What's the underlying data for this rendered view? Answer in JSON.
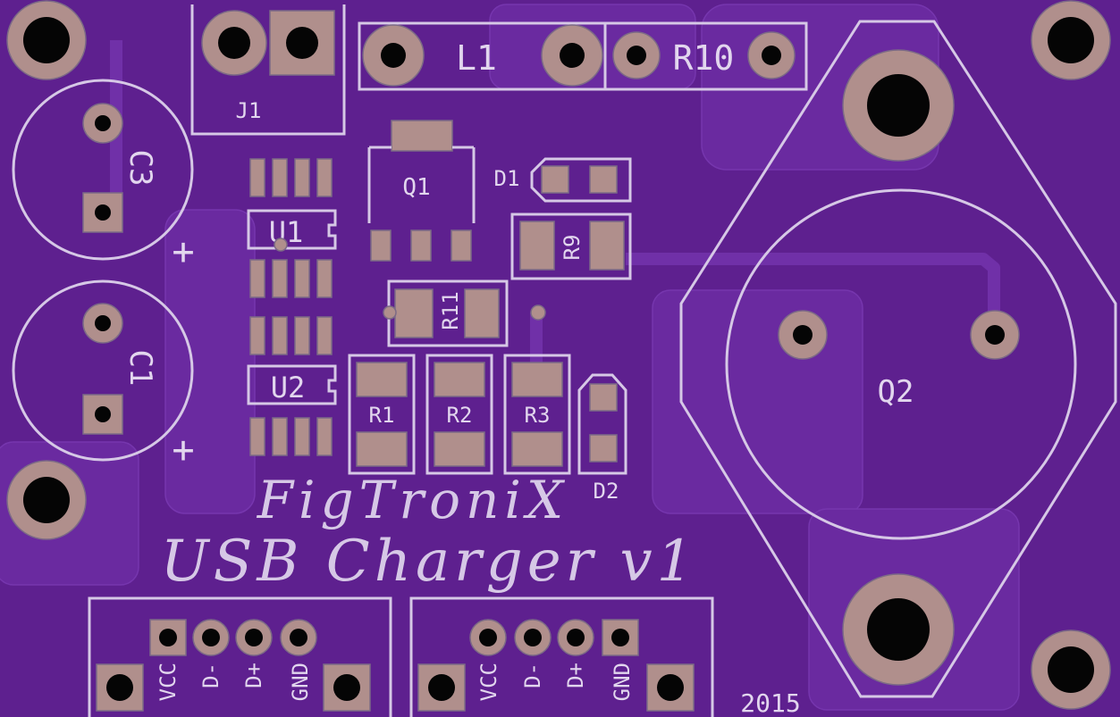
{
  "board": {
    "logo": "FigTroniX",
    "title": "USB Charger v1",
    "year": "2015"
  },
  "designators": {
    "j1": "J1",
    "l1": "L1",
    "r10": "R10",
    "c3": "C3",
    "c1": "C1",
    "plus": "+",
    "q1": "Q1",
    "d1": "D1",
    "r9": "R9",
    "u1": "U1",
    "u2": "U2",
    "r11": "R11",
    "r1": "R1",
    "r2": "R2",
    "r3": "R3",
    "d2": "D2",
    "q2": "Q2"
  },
  "usb_pins": [
    "VCC",
    "D-",
    "D+",
    "GND"
  ],
  "colors": {
    "board": "#5e208f",
    "copper_pour": "#6a2aa0",
    "trace": "#6f2ca6",
    "silkscreen": "#d6c8e6",
    "pad": "#b08f8c",
    "hole": "#050505"
  }
}
